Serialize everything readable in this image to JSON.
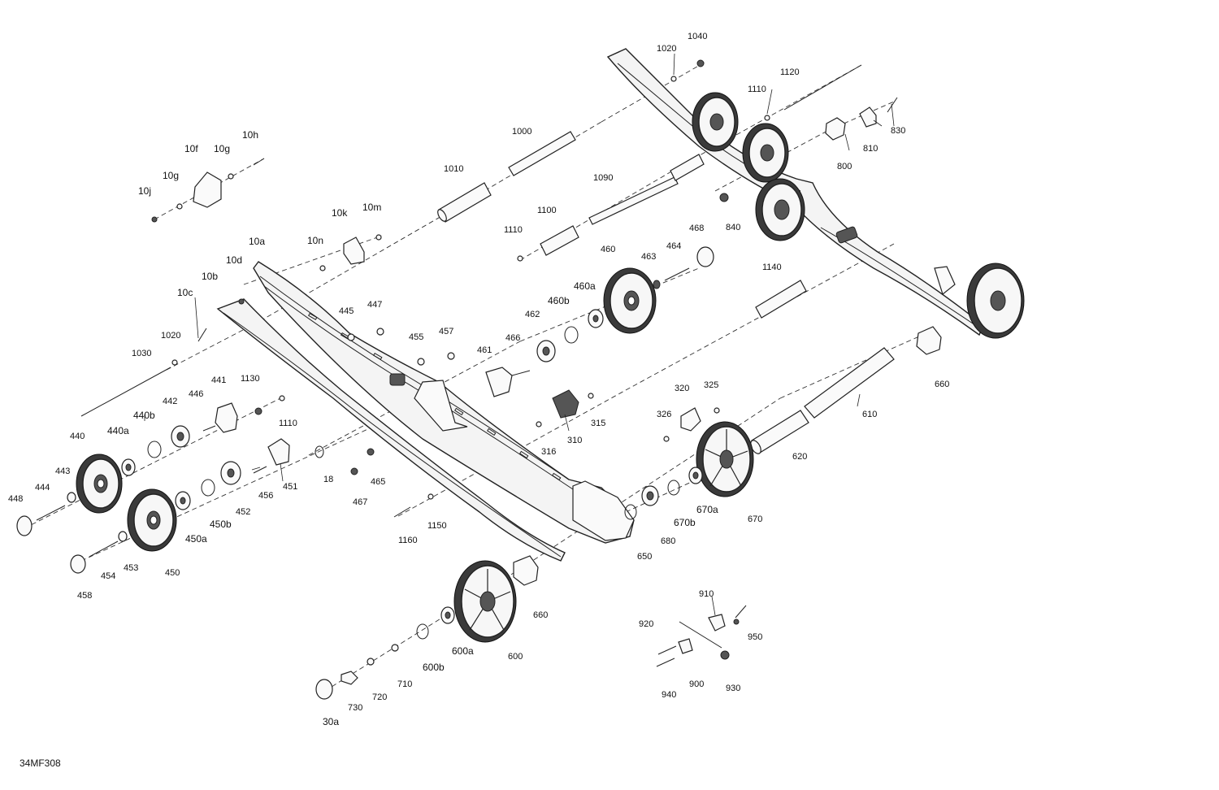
{
  "diagram_id": "34MF308",
  "labels": {
    "l1040": "1040",
    "l1020a": "1020",
    "l1120": "1120",
    "l1110a": "1110",
    "l830": "830",
    "l810": "810",
    "l800": "800",
    "l840": "840",
    "l10h": "10h",
    "l10f": "10f",
    "l10g": "10g",
    "l10g2": "10g",
    "l10j": "10j",
    "l1000": "1000",
    "l1010": "1010",
    "l1090": "1090",
    "l1100": "1100",
    "l10k": "10k",
    "l10m": "10m",
    "l10a": "10a",
    "l10n": "10n",
    "l1110b": "1110",
    "l468": "468",
    "l464": "464",
    "l460": "460",
    "l463": "463",
    "l10d": "10d",
    "l10b": "10b",
    "l10c": "10c",
    "l460a": "460a",
    "l460b": "460b",
    "l1140": "1140",
    "l445": "445",
    "l447": "447",
    "l462": "462",
    "l1020b": "1020",
    "l455": "455",
    "l457": "457",
    "l466": "466",
    "l461": "461",
    "l1030": "1030",
    "l441": "441",
    "l1130": "1130",
    "l446": "446",
    "l442": "442",
    "l440b": "440b",
    "l1110c": "1110",
    "l440a": "440a",
    "l440": "440",
    "l660a": "660",
    "l325": "325",
    "l320": "320",
    "l315": "315",
    "l326": "326",
    "l610": "610",
    "l310": "310",
    "l316": "316",
    "l620": "620",
    "l443": "443",
    "l444": "444",
    "l448": "448",
    "l18": "18",
    "l465": "465",
    "l456": "456",
    "l451": "451",
    "l452": "452",
    "l467": "467",
    "l450b": "450b",
    "l450a": "450a",
    "l453": "453",
    "l454": "454",
    "l450": "450",
    "l458": "458",
    "l1150": "1150",
    "l1160": "1160",
    "l670a": "670a",
    "l670b": "670b",
    "l670": "670",
    "l650": "650",
    "l680": "680",
    "l660b": "660",
    "l600a": "600a",
    "l600": "600",
    "l600b": "600b",
    "l710": "710",
    "l720": "720",
    "l730": "730",
    "l30a": "30a",
    "l910": "910",
    "l920": "920",
    "l950": "950",
    "l940": "940",
    "l900": "900",
    "l930": "930"
  }
}
